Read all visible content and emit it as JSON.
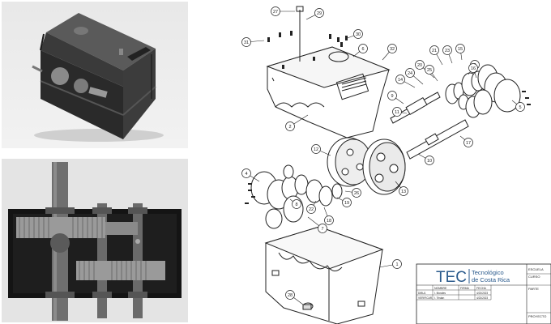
{
  "callouts": [
    "1",
    "2",
    "3",
    "4",
    "5",
    "6",
    "7",
    "8",
    "9",
    "10",
    "11",
    "12",
    "13",
    "14",
    "15",
    "16",
    "17",
    "18",
    "19",
    "20",
    "21",
    "22",
    "23",
    "24",
    "25",
    "26",
    "27",
    "28",
    "29",
    "30",
    "31",
    "32"
  ],
  "title_block": {
    "logo_text": "TEC",
    "org_line1": "Tecnológico",
    "org_line2": "de Costa Rica",
    "col_name": "NOMBRE",
    "col_sign": "FIRMA",
    "col_date": "FECHA",
    "row1_role": "DIBUJ.",
    "row1_name": "I. Morales",
    "row1_date": "4/23/2023",
    "row2_role": "VERIFICAR.",
    "row2_name": "I. Tristan",
    "row2_date": "4/23/2023",
    "side_escuela": "ESCUELA",
    "side_curso": "CURSO",
    "side_parte": "PARTE",
    "side_proyecto": "PROYECTO"
  },
  "colors": {
    "accent_blue": "#2a5a8c",
    "gear_shaft": "#7a7a7a"
  }
}
